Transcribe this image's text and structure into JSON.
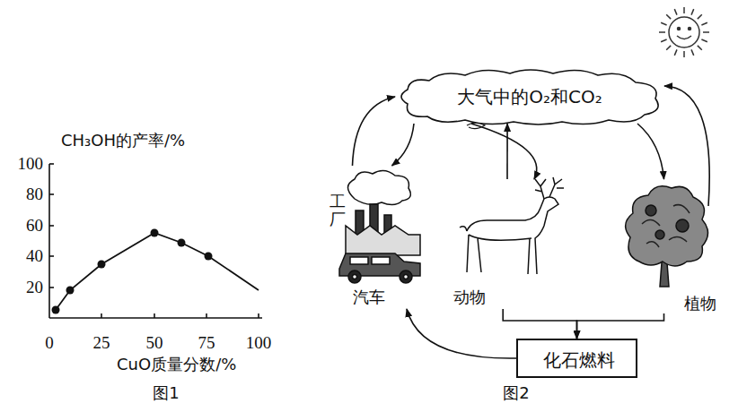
{
  "diagram": {
    "nodes": [
      {
        "text": [
          "大气中的O₂和CO₂"
        ]
      },
      {
        "text": [
          "工厂",
          "汽车"
        ]
      },
      {
        "text": [
          "动物"
        ]
      },
      {
        "text": [
          "植物"
        ]
      },
      {
        "text": [
          "化石燃料"
        ]
      }
    ],
    "edges": [
      {
        "from": 1,
        "to": 0,
        "arrow": "to"
      },
      {
        "from": 0,
        "to": 1,
        "arrow": "to"
      },
      {
        "from": 2,
        "to": 0,
        "arrow": "to"
      },
      {
        "from": 0,
        "to": 2,
        "arrow": "to"
      },
      {
        "from": 0,
        "to": 3,
        "arrow": "to"
      },
      {
        "from": 3,
        "to": 0,
        "arrow": "to"
      },
      {
        "from": 2,
        "to": 4,
        "arrow": "to"
      },
      {
        "from": 3,
        "to": 4,
        "arrow": "to"
      },
      {
        "from": 4,
        "to": 1,
        "arrow": "to"
      }
    ],
    "labels": [
      "CH₃OH的产率/%",
      "100",
      "80",
      "60",
      "40",
      "20",
      "0",
      "25",
      "50",
      "75",
      "100",
      "CuO质量分数/%",
      "图1",
      "图2"
    ]
  }
}
